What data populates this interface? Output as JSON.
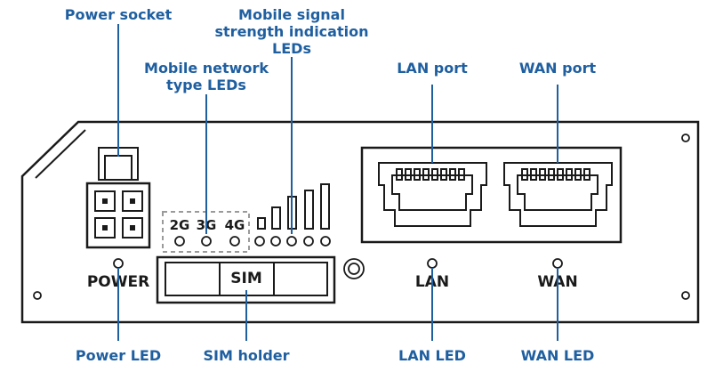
{
  "callouts": {
    "power_socket": "Power socket",
    "mobile_signal_line1": "Mobile signal",
    "mobile_signal_line2": "strength indication",
    "mobile_signal_line3": "LEDs",
    "mobile_network_line1": "Mobile network",
    "mobile_network_line2": "type LEDs",
    "lan_port": "LAN port",
    "wan_port": "WAN port",
    "power_led": "Power LED",
    "sim_holder": "SIM holder",
    "lan_led": "LAN LED",
    "wan_led": "WAN LED"
  },
  "device_labels": {
    "power": "POWER",
    "sim": "SIM",
    "lan": "LAN",
    "wan": "WAN",
    "net_2g": "2G",
    "net_3g": "3G",
    "net_4g": "4G"
  },
  "colors": {
    "callout": "#1f5fa0",
    "outline": "#1a1a1a"
  }
}
